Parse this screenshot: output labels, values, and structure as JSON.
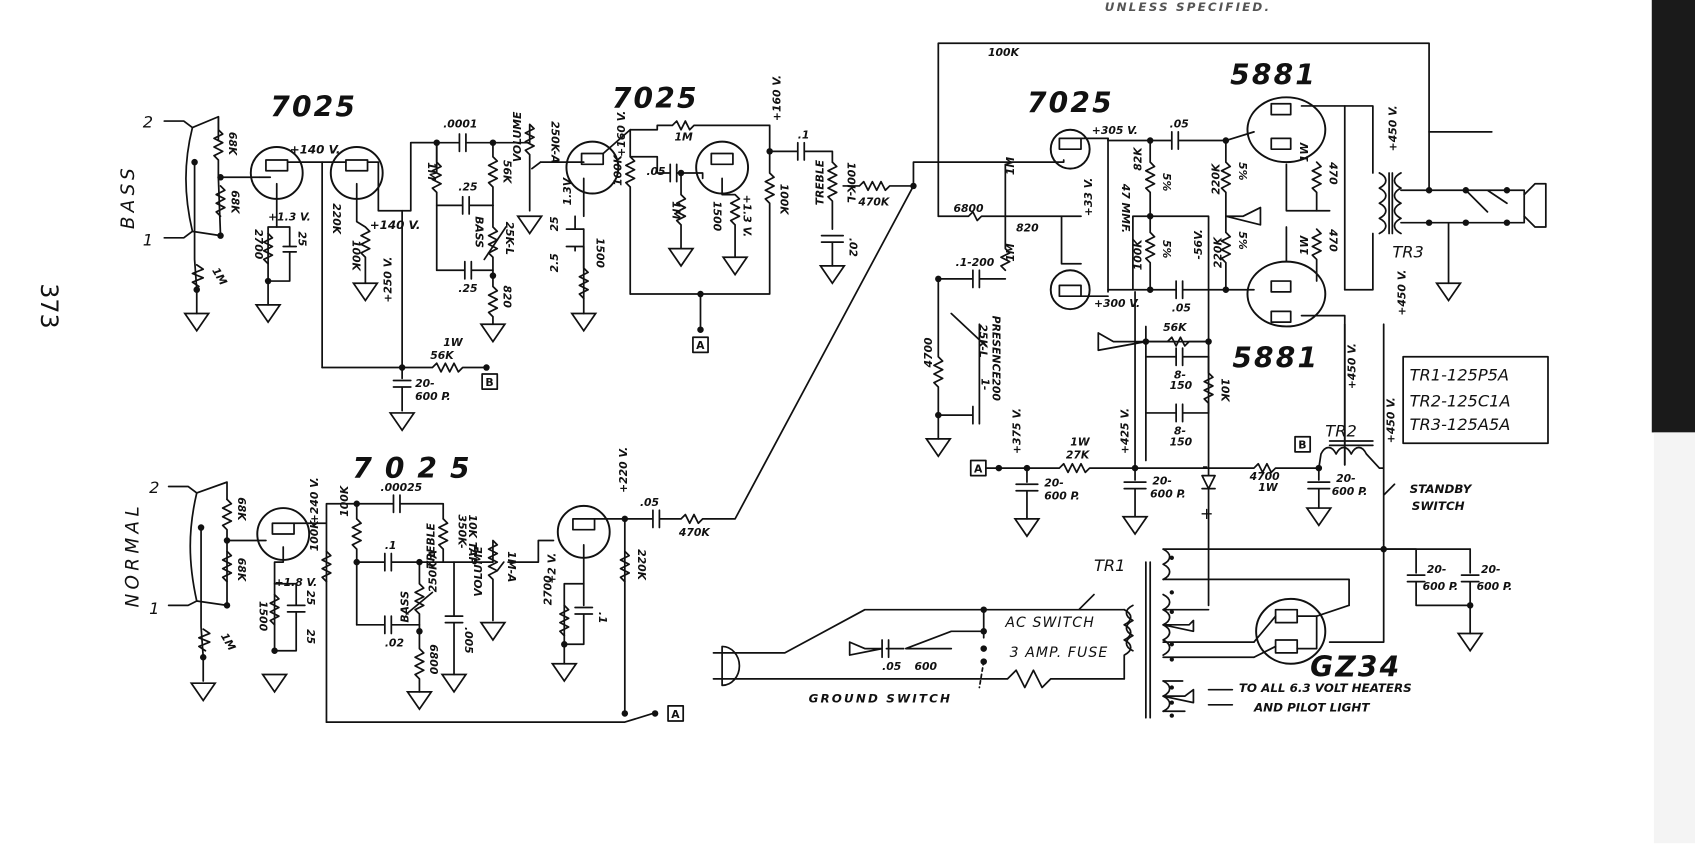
{
  "header_note": "UNLESS SPECIFIED.",
  "page_number": "373",
  "tube_bass_1": "7025",
  "tube_bass_2": "7025",
  "tube_phase": "7025",
  "tube_normal": "7025",
  "tube_power_top": "5881",
  "tube_power_bottom": "5881",
  "rectifier": "GZ34",
  "channel_bass": "BASS",
  "channel_normal": "NORMAL",
  "input_2": "2",
  "input_1": "1",
  "transformer_legend": [
    "TR1-125P5A",
    "TR2-125C1A",
    "TR3-125A5A"
  ],
  "tr1": "TR1",
  "tr2": "TR2",
  "tr3": "TR3",
  "ac_switch": "AC SWITCH",
  "fuse": "3 AMP. FUSE",
  "ground_switch": "GROUND SWITCH",
  "heaters_line1": "TO ALL 6.3 VOLT HEATERS",
  "heaters_line2": "AND PILOT LIGHT",
  "standby_line1": "STANDBY",
  "standby_line2": "SWITCH",
  "node_a": "A",
  "node_b": "B",
  "values": {
    "r100k_fb": "100K",
    "r68k_a": "68K",
    "r68k_b": "68K",
    "r1m_in": "1M",
    "v140_a": "+140 V.",
    "v13": "+1.3 V.",
    "v140_b": "+140 V.",
    "r220k_a": "220K",
    "r2700_a": "2700",
    "c25_a": "25",
    "r100k_a": "100K",
    "c0001": ".0001",
    "r1m_t": "1M",
    "c25_t": ".25",
    "r56k_t": "56K",
    "bass_pot": "BASS",
    "bass_pot_val": "25K-L",
    "c25_t2": ".25",
    "r820_a": "820",
    "vol_pot": "VOLUME",
    "vol_pot_val": "250K-A",
    "v250": "+250 V.",
    "r1w": "1W",
    "r56k_b": "56K",
    "c20_600_a": "20-",
    "c20_600_a2": "600 P.",
    "c25_b": "25",
    "c25_b2": "2.5",
    "v13_b": "1.3V",
    "r1500_a": "1500",
    "r100k_b": "100K",
    "v160_a": "+160 V.",
    "r1m_b": "1M",
    "c05_a": ".05",
    "r1m_c": "1M",
    "r1500_b": "1500",
    "v13_c": "+1.3 V.",
    "r100k_c": "100K",
    "v160_b": "+160 V.",
    "c1_a": ".1",
    "treble_pot": "TREBLE",
    "treble_val": "100K-L",
    "c02_a": ".02",
    "r470k_a": "470K",
    "r6800_a": "6800",
    "r1m_d": "1M",
    "r820_b": "820",
    "r1m_e": "1M",
    "c1_200": ".1-200",
    "presence": "PRESENCE",
    "presence_val": "25K-L",
    "r4700_a": "4700",
    "c1_200_b": "1-",
    "c200": "200",
    "v305": "+305 V.",
    "c05_b": ".05",
    "v33": "+33 V.",
    "c47": "47 MMF.",
    "v300": "+300 V.",
    "c05_c": ".05",
    "r82k": "82K",
    "r5pct_a": "5%",
    "r100k_d": "100K",
    "r5pct_b": "5%",
    "v56": "-56V.",
    "r220k_b": "220K",
    "r5pct_c": "5%",
    "r220k_c": "220K",
    "r5pct_d": "5%",
    "r1w_b": "1W",
    "r470_a": "470",
    "r1w_c": "1W",
    "r470_b": "470",
    "v450_a": "+450 V.",
    "v450_b": "+450 V.",
    "v450_c": "+450 V.",
    "v450_d": "+450 V.",
    "r56k_c": "56K",
    "c8_150_a": "8-",
    "c8_150_a2": "150",
    "c8_150_b": "8-",
    "c8_150_b2": "150",
    "r10k": "10K",
    "v375": "+375 V.",
    "r1w_d": "1W",
    "r27k": "27K",
    "c20_600_b": "20-",
    "c20_600_b2": "600 P.",
    "v425": "+425 V.",
    "c20_600_c": "20-",
    "c20_600_c2": "600 P.",
    "r4700_b": "4700",
    "r1w_e": "1W",
    "c20_600_d": "20-",
    "c20_600_d2": "600 P.",
    "c20_600_e": "20-",
    "c20_600_e2": "600 P.",
    "c20_600_f": "20-",
    "c20_600_f2": "600 P.",
    "r68k_c": "68K",
    "r68k_d": "68K",
    "r1m_f": "1M",
    "v240": "+240 V.",
    "v18": "+1.8 V.",
    "r1500_c": "1500",
    "c25_c": "25",
    "c25_d": "25",
    "r100k_e": "100K",
    "c00025": ".00025",
    "r100k_f": "100K",
    "c1_b": ".1",
    "treble_n": "TREBLE",
    "treble_n_val": "350K-",
    "treble_n_tap": "10K TAP",
    "bass_n": "BASS",
    "bass_n_val": "250K-A",
    "c02_b": ".02",
    "r6800_b": "6800",
    "c005": ".005",
    "vol_n": "VOLUME",
    "vol_n_val": "1M-A",
    "v2": "+2 V.",
    "r2700_b": "2700",
    "c1_c": ".1",
    "v220": "+220 V.",
    "r220k_d": "220K",
    "c05_d": ".05",
    "r470k_b": "470K",
    "c05_e": ".05",
    "r600": "600"
  }
}
